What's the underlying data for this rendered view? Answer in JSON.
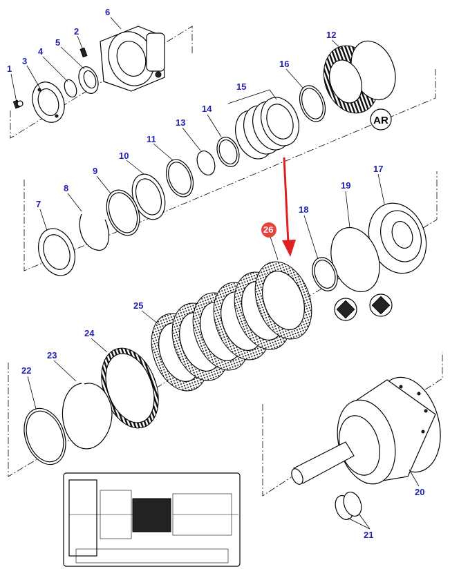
{
  "colors": {
    "callout_text": "#1f1fb4",
    "highlight_badge": "#e8413c",
    "arrow": "#e02020",
    "line": "#000000"
  },
  "ar_badge": "AR",
  "callouts": [
    {
      "id": "1",
      "label": "1"
    },
    {
      "id": "2",
      "label": "2"
    },
    {
      "id": "3",
      "label": "3"
    },
    {
      "id": "4",
      "label": "4"
    },
    {
      "id": "5",
      "label": "5"
    },
    {
      "id": "6",
      "label": "6"
    },
    {
      "id": "7",
      "label": "7"
    },
    {
      "id": "8",
      "label": "8"
    },
    {
      "id": "9",
      "label": "9"
    },
    {
      "id": "10",
      "label": "10"
    },
    {
      "id": "11",
      "label": "11"
    },
    {
      "id": "12",
      "label": "12"
    },
    {
      "id": "13",
      "label": "13"
    },
    {
      "id": "14",
      "label": "14"
    },
    {
      "id": "15",
      "label": "15"
    },
    {
      "id": "16",
      "label": "16"
    },
    {
      "id": "17",
      "label": "17"
    },
    {
      "id": "18",
      "label": "18"
    },
    {
      "id": "19",
      "label": "19"
    },
    {
      "id": "20",
      "label": "20"
    },
    {
      "id": "21",
      "label": "21"
    },
    {
      "id": "22",
      "label": "22"
    },
    {
      "id": "23",
      "label": "23"
    },
    {
      "id": "24",
      "label": "24"
    },
    {
      "id": "25",
      "label": "25"
    },
    {
      "id": "26",
      "label": "26"
    }
  ],
  "highlighted_part": "26"
}
